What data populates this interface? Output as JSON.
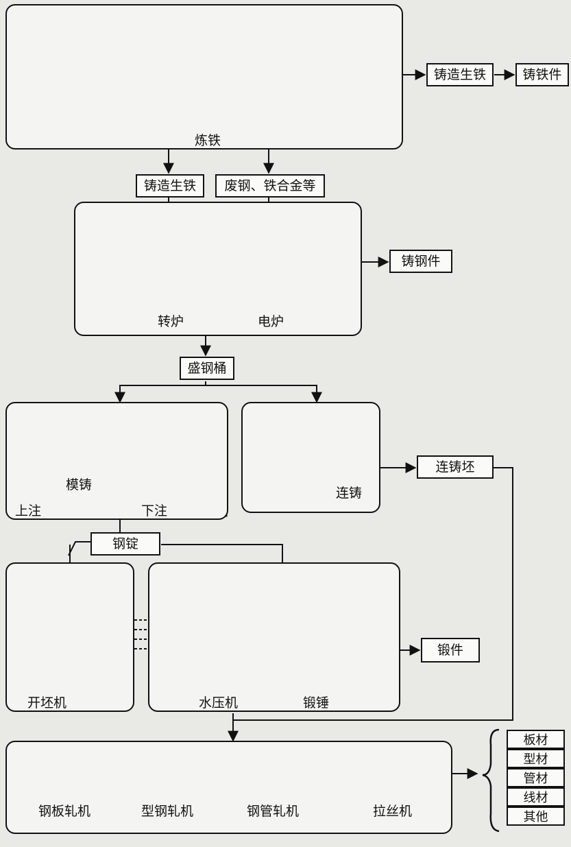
{
  "processes": {
    "ironmaking": "炼铁",
    "converter": "转炉",
    "electric_furnace": "电炉",
    "mold_casting": "模铸",
    "top_pouring": "上注",
    "bottom_pouring": "下注",
    "continuous_casting": "连铸",
    "blooming_mill": "开坯机",
    "hydraulic_press": "水压机",
    "forging_hammer": "锻锤",
    "plate_mill": "钢板轧机",
    "section_mill": "型钢轧机",
    "tube_mill": "钢管轧机",
    "wire_drawing": "拉丝机"
  },
  "boxes": {
    "foundry_pig_iron_top": "铸造生铁",
    "iron_casting": "铸铁件",
    "foundry_pig_iron_mid": "铸造生铁",
    "scrap_alloy": "废钢、铁合金等",
    "steel_casting": "铸钢件",
    "ladle": "盛钢桶",
    "billet": "连铸坯",
    "ingot": "钢锭",
    "forging": "锻件"
  },
  "products": [
    "板材",
    "型材",
    "管材",
    "线材",
    "其他"
  ]
}
